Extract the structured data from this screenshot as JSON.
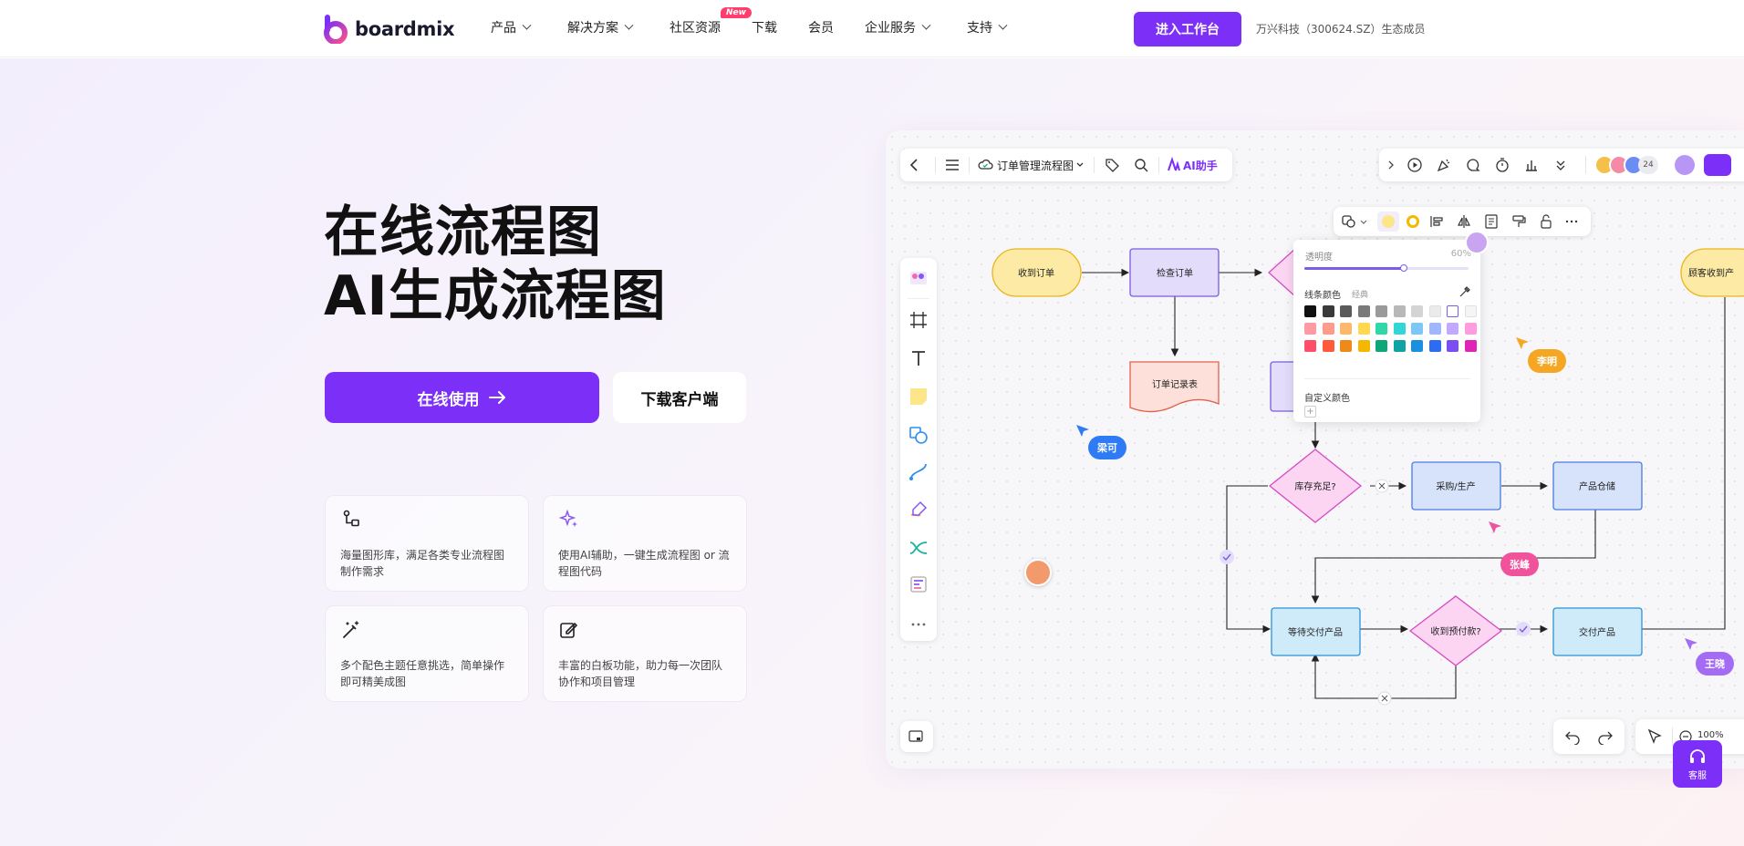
{
  "nav": {
    "logo_text": "boardmix",
    "items": [
      {
        "label": "产品",
        "dropdown": true
      },
      {
        "label": "解决方案",
        "dropdown": true
      },
      {
        "label": "社区资源",
        "dropdown": false
      },
      {
        "label": "下载",
        "dropdown": false
      },
      {
        "label": "会员",
        "dropdown": false
      },
      {
        "label": "企业服务",
        "dropdown": true
      },
      {
        "label": "支持",
        "dropdown": true
      }
    ],
    "new_badge": "New",
    "cta": "进入工作台",
    "eco_text": "万兴科技（300624.SZ）生态成员"
  },
  "hero": {
    "title_line1": "在线流程图",
    "title_line2": "AI生成流程图",
    "primary_button": "在线使用",
    "secondary_button": "下载客户端",
    "features": [
      {
        "icon": "flowchart-icon",
        "text": "海量图形库，满足各类专业流程图制作需求"
      },
      {
        "icon": "sparkle-icon",
        "text": "使用AI辅助，一键生成流程图 or 流程图代码"
      },
      {
        "icon": "magic-wand-icon",
        "text": "多个配色主题任意挑选，简单操作即可精美成图"
      },
      {
        "icon": "edit-board-icon",
        "text": "丰富的白板功能，助力每一次团队协作和项目管理"
      }
    ]
  },
  "editor": {
    "doc_title": "订单管理流程图",
    "ai_label": "AI助手",
    "member_count": "24",
    "zoom": "100%",
    "panel": {
      "opacity_label": "透明度",
      "opacity_value": "60%",
      "line_color_label": "线条颜色",
      "preset_label": "经典",
      "custom_color_label": "自定义颜色",
      "swatch_rows": [
        [
          "#111111",
          "#3a3a3a",
          "#5a5a5a",
          "#7a7a7a",
          "#9a9a9a",
          "#b8b8b8",
          "#d4d4d4",
          "#ebebeb",
          "#ffffff",
          "#f5f5f5"
        ],
        [
          "#ff9aa2",
          "#ff9b8a",
          "#ffb86b",
          "#ffd84d",
          "#2ed8a8",
          "#33d6d6",
          "#7cc7f5",
          "#9fb7ff",
          "#c2a8ff",
          "#ff9be0"
        ],
        [
          "#ff4d6a",
          "#ff5a3c",
          "#ee8a17",
          "#f5b800",
          "#0fa678",
          "#0fa3a3",
          "#1b8fe0",
          "#2d6bf0",
          "#7b4df2",
          "#e024b8"
        ]
      ]
    },
    "nodes": {
      "n1": "收到订单",
      "n2": "检查订单",
      "n3": "订单记录表",
      "n4": "库存充足?",
      "n5": "采购/生产",
      "n6": "产品仓储",
      "n7": "等待交付产品",
      "n8": "收到预付款?",
      "n9": "交付产品",
      "n10": "顾客收到产"
    },
    "cursors": [
      {
        "name": "梁可",
        "color": "#2f7bf5"
      },
      {
        "name": "李明",
        "color": "#f5a623"
      },
      {
        "name": "张峰",
        "color": "#f0529c"
      },
      {
        "name": "王晓",
        "color": "#a46bf5"
      }
    ],
    "help_label": "客服"
  },
  "colors": {
    "brand": "#7b2ff7",
    "badge": "#ff3d6e"
  }
}
